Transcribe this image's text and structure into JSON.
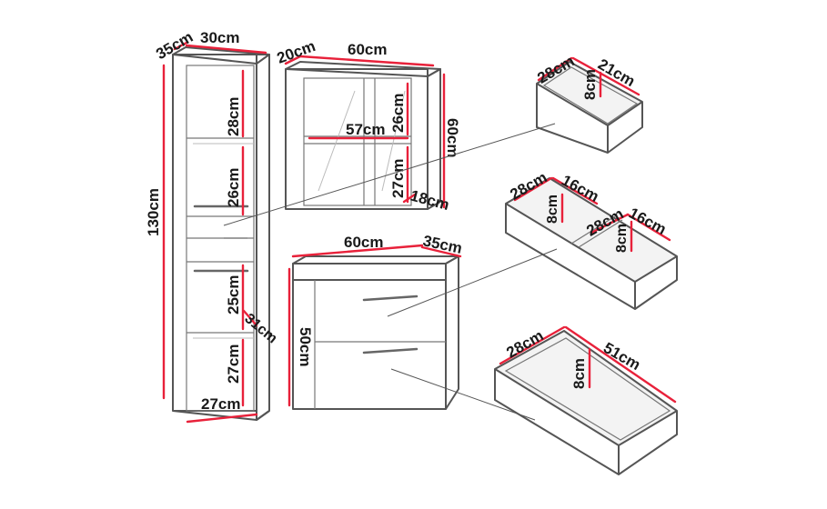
{
  "tall_cabinet": {
    "depth": "35cm",
    "width_top": "30cm",
    "height_total": "130cm",
    "shelf_1": "28cm",
    "shelf_2": "26cm",
    "shelf_3": "25cm",
    "shelf_4": "27cm",
    "inner_depth": "31cm",
    "width_bottom": "27cm"
  },
  "wall_cabinet": {
    "depth": "20cm",
    "width": "60cm",
    "height": "60cm",
    "inner_width": "57cm",
    "shelf_upper": "26cm",
    "shelf_lower": "27cm",
    "inner_depth": "18cm"
  },
  "vanity": {
    "width": "60cm",
    "depth": "35cm",
    "height": "50cm"
  },
  "small_drawer": {
    "width": "28cm",
    "depth": "21cm",
    "height": "8cm"
  },
  "split_drawer": {
    "left_width": "28cm",
    "left_depth": "16cm",
    "left_height": "8cm",
    "right_width": "28cm",
    "right_depth": "16cm",
    "right_height": "8cm"
  },
  "large_drawer": {
    "width": "28cm",
    "depth": "51cm",
    "height": "8cm"
  }
}
